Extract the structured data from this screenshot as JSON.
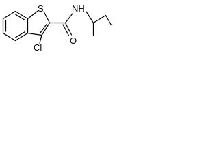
{
  "molecule": {
    "atoms": {
      "sulfur": "S",
      "chlorine": "Cl",
      "oxygen": "O",
      "nitrogen_h": "NH"
    }
  }
}
